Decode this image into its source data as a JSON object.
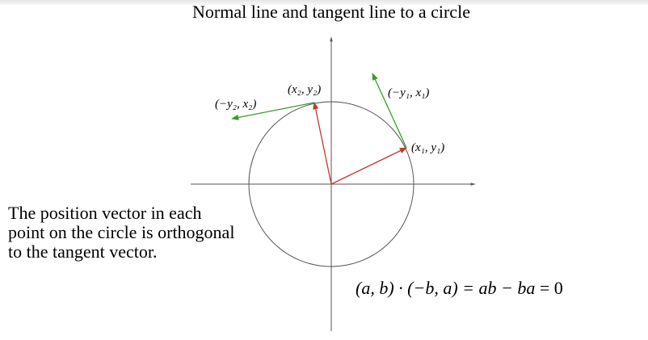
{
  "title": "Normal line and tangent line to a circle",
  "caption_lines": [
    "The position vector in each",
    "point on the circle is orthogonal",
    "to the tangent vector."
  ],
  "formula": {
    "lhs": "(a, b) · (−b, a)",
    "mid": "= ab − ba",
    "rhs": "= 0"
  },
  "labels": {
    "point2": "(x₂, y₂)",
    "tangent2": "(−y₂, x₂)",
    "point1": "(x₁, y₁)",
    "tangent1": "(−y₁, x₁)"
  },
  "colors": {
    "position_vector": "#c0392b",
    "tangent_vector": "#3a9a2e",
    "axes": "#555555",
    "circle": "#555555"
  }
}
